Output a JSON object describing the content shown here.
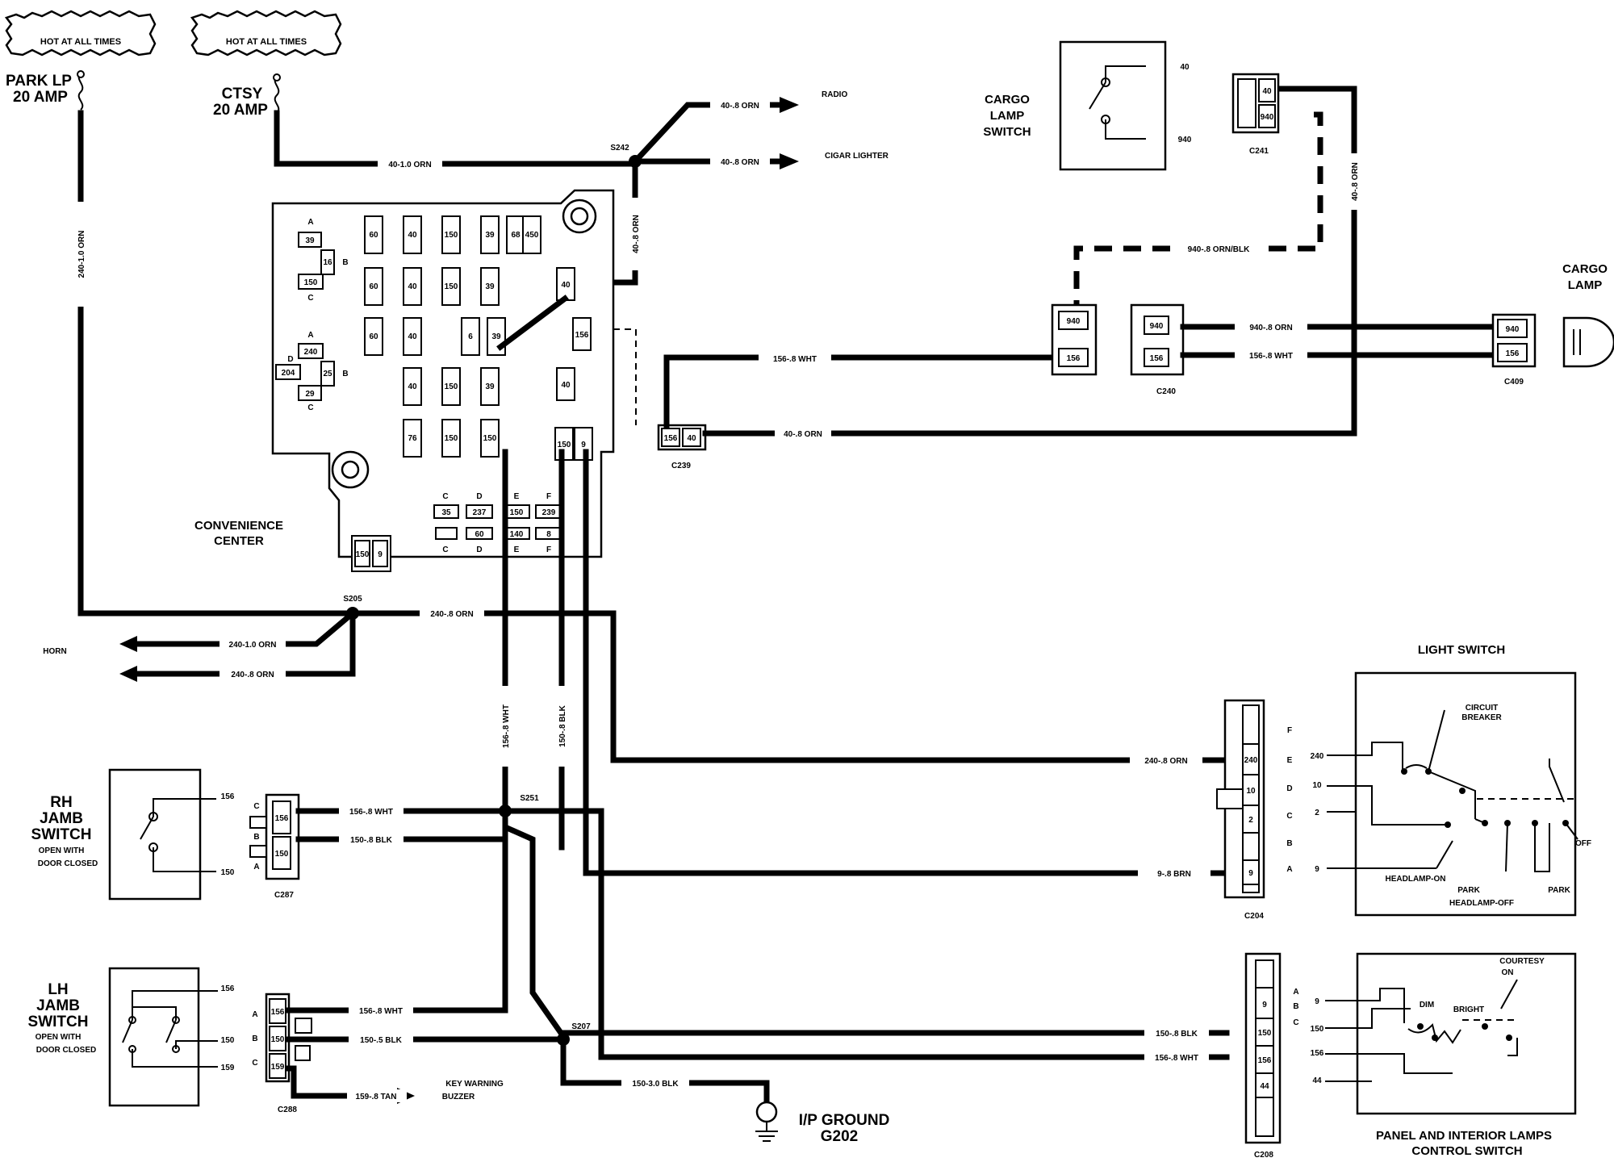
{
  "hot_tags": [
    "HOT AT ALL TIMES",
    "HOT AT ALL TIMES"
  ],
  "fuses": {
    "park": {
      "line1": "PARK LP",
      "line2": "20 AMP"
    },
    "ctsy": {
      "line1": "CTSY",
      "line2": "20 AMP"
    }
  },
  "components": {
    "convenience_center": {
      "line1": "CONVENIENCE",
      "line2": "CENTER"
    },
    "cargo_lamp_switch": {
      "line1": "CARGO",
      "line2": "LAMP",
      "line3": "SWITCH"
    },
    "cargo_lamp": {
      "line1": "CARGO",
      "line2": "LAMP"
    },
    "rh_jamb": {
      "line1": "RH",
      "line2": "JAMB",
      "line3": "SWITCH",
      "line4": "OPEN WITH",
      "line5": "DOOR CLOSED"
    },
    "lh_jamb": {
      "line1": "LH",
      "line2": "JAMB",
      "line3": "SWITCH",
      "line4": "OPEN WITH",
      "line5": "DOOR CLOSED"
    },
    "light_switch": {
      "title": "LIGHT SWITCH",
      "circuit_breaker_1": "CIRCUIT",
      "circuit_breaker_2": "BREAKER",
      "headlamp_on": "HEADLAMP-ON",
      "park": "PARK",
      "headlamp_off": "HEADLAMP-OFF",
      "park2": "PARK",
      "off": "OFF"
    },
    "panel_switch": {
      "line1": "PANEL AND INTERIOR LAMPS",
      "line2": "CONTROL SWITCH",
      "courtesy1": "COURTESY",
      "courtesy2": "ON",
      "dim": "DIM",
      "bright": "BRIGHT"
    },
    "ground": {
      "line1": "I/P GROUND",
      "line2": "G202"
    },
    "key_warning": {
      "line1": "KEY WARNING",
      "line2": "BUZZER"
    }
  },
  "splices": [
    "S242",
    "S205",
    "S251",
    "S207"
  ],
  "connectors": [
    "C241",
    "C240",
    "C409",
    "C239",
    "C204",
    "C208",
    "C287",
    "C288"
  ],
  "destinations": {
    "radio": "RADIO",
    "cigar": "CIGAR LIGHTER",
    "horn": "HORN"
  },
  "wires": {
    "w40_10_orn": "40-1.0 ORN",
    "w40_8_orn_radio": "40-.8 ORN",
    "w40_8_orn_cigar": "40-.8 ORN",
    "w40_8_orn_vert": "40-.8 ORN",
    "w240_10_orn_vert": "240-1.0 ORN",
    "w240_8_orn_s205": "240-.8 ORN",
    "w240_10_orn_horn": "240-1.0 ORN",
    "w240_8_orn_horn": "240-.8 ORN",
    "w40_8_orn_c241": "40-.8 ORN",
    "w940_orn_blk": "940-.8 ORN/BLK",
    "w940_8_orn": "940-.8 ORN",
    "w156_8_wht_c240": "156-.8 WHT",
    "w156_8_wht_c239": "156-.8 WHT",
    "w40_8_orn_c239": "40-.8 ORN",
    "w156_8_wht_vert": "156-.8 WHT",
    "w150_8_blk_vert": "150-.8 BLK",
    "w240_8_orn_c204": "240-.8 ORN",
    "w9_8_brn": "9-.8 BRN",
    "w156_8_wht_rh": "156-.8 WHT",
    "w150_8_blk_rh": "150-.8 BLK",
    "w156_8_wht_lh": "156-.8 WHT",
    "w150_5_blk_lh": "150-.5 BLK",
    "w159_8_tan": "159-.8 TAN",
    "w150_30_blk": "150-3.0 BLK",
    "w150_8_blk_c208": "150-.8 BLK",
    "w156_8_wht_c208": "156-.8 WHT"
  },
  "pins": {
    "cargo_switch": [
      "40",
      "940"
    ],
    "c241": [
      "40",
      "940"
    ],
    "c240_left": [
      "940",
      "156"
    ],
    "c240_right": [
      "940",
      "156"
    ],
    "c409": [
      "940",
      "156"
    ],
    "c239": [
      "156",
      "40"
    ],
    "rh_jamb": [
      "156",
      "150"
    ],
    "c287_letters": [
      "C",
      "B",
      "A"
    ],
    "c287_pins": [
      "156",
      "150"
    ],
    "lh_jamb": [
      "156",
      "150",
      "159"
    ],
    "c288_letters": [
      "A",
      "B",
      "C"
    ],
    "c288_pins": [
      "156",
      "150",
      "159"
    ],
    "c204_letters": [
      "F",
      "E",
      "D",
      "C",
      "B",
      "A"
    ],
    "c204_pins": [
      "240",
      "10",
      "2",
      "9"
    ],
    "light_switch_terms": [
      "240",
      "10",
      "2",
      "9"
    ],
    "c208_letters": [
      "A",
      "B",
      "C"
    ],
    "c208_pins": [
      "9",
      "150",
      "156",
      "44"
    ],
    "panel_terms": [
      "9",
      "150",
      "156",
      "44"
    ]
  },
  "fuse_block": {
    "left_labels": [
      "A",
      "B",
      "C",
      "A",
      "D",
      "B",
      "C"
    ],
    "left_numbers": [
      "39",
      "16",
      "150",
      "240",
      "204",
      "25",
      "29"
    ],
    "fuse_numbers": [
      "60",
      "40",
      "150",
      "39",
      "68",
      "450",
      "60",
      "40",
      "150",
      "39",
      "40",
      "60",
      "40",
      "6",
      "39",
      "156",
      "40",
      "150",
      "39",
      "40",
      "76",
      "150",
      "150",
      "150",
      "9"
    ],
    "bottom_letters": [
      "C",
      "D",
      "E",
      "F",
      "C",
      "D",
      "E",
      "F"
    ],
    "bottom_numbers": [
      "35",
      "237",
      "150",
      "239",
      "60",
      "140",
      "8"
    ],
    "relay_pins": [
      "150",
      "9"
    ]
  }
}
